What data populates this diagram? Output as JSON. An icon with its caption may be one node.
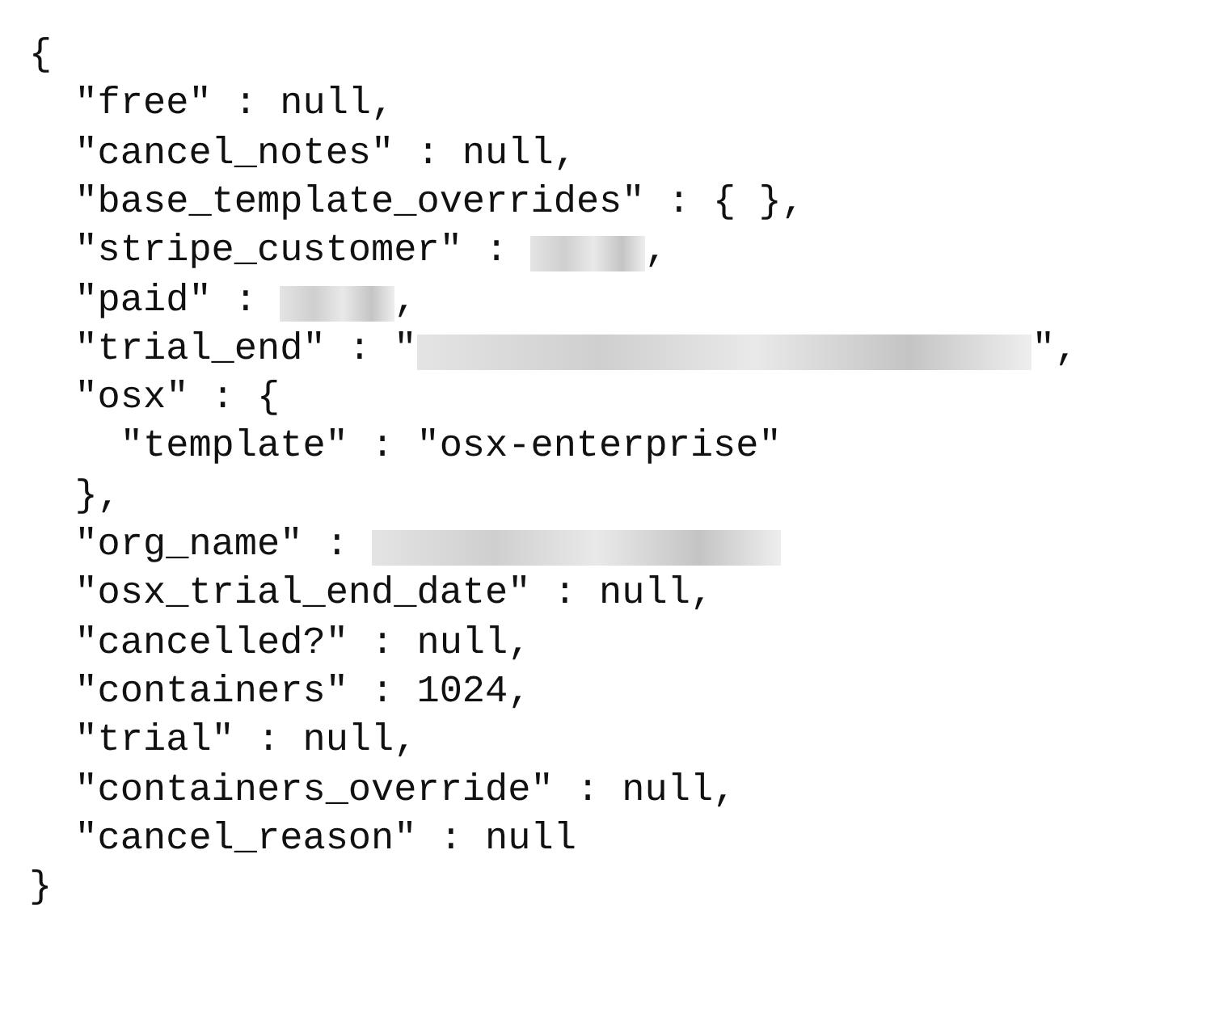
{
  "diagram": {
    "labels": [
      "{",
      "\"free\" : null,",
      "\"cancel_notes\" : null,",
      "\"base_template_overrides\" : { },",
      "\"stripe_customer\" :",
      ",",
      "\"paid\" :",
      ",",
      "\"trial_end\" : \"",
      "\",",
      "\"osx\" : {",
      "\"template\" : \"osx-enterprise\"",
      "},",
      "\"org_name\" :",
      "\"osx_trial_end_date\" : null,",
      "\"cancelled?\" : null,",
      "\"containers\" : 1024,",
      "\"trial\" : null,",
      "\"containers_override\" : null,",
      "\"cancel_reason\" : null",
      "}"
    ]
  }
}
